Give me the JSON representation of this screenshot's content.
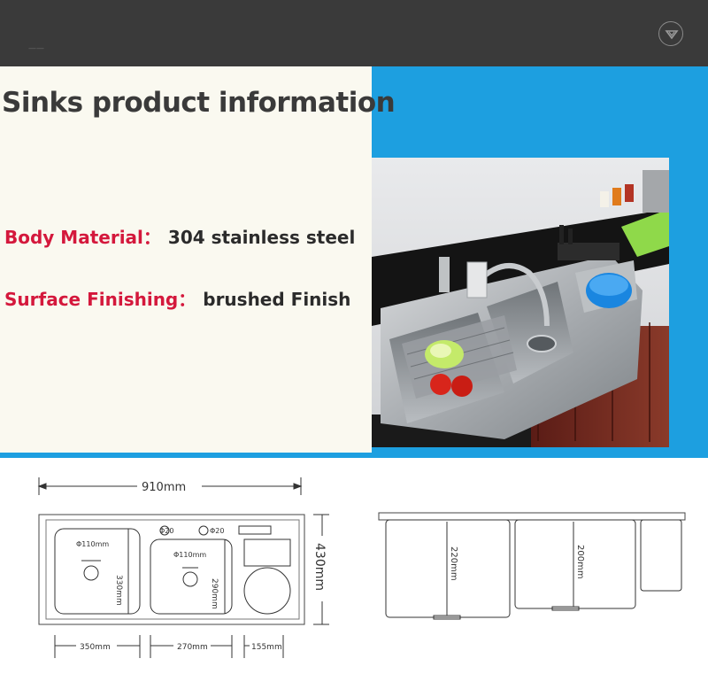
{
  "header": {
    "mark": "——",
    "menu_icon": "chevron-down-icon"
  },
  "info": {
    "title": "Sinks product information",
    "specs": [
      {
        "label": "Body Material：",
        "value": "304 stainless steel"
      },
      {
        "label": "Surface Finishing：",
        "value": "brushed Finish"
      }
    ]
  },
  "colors": {
    "accent_blue": "#1d9fe0",
    "label_red": "#d4183c",
    "topbar": "#3a3a3a"
  },
  "drawing": {
    "overall_width": "910mm",
    "overall_depth": "430mm",
    "hole_1": "Φ20",
    "hole_2": "Φ20",
    "left_drain": "Φ110mm",
    "left_depth": "330mm",
    "mid_drain": "Φ110mm",
    "mid_depth": "290mm",
    "left_width": "350mm",
    "mid_width": "270mm",
    "right_width": "155mm",
    "left_height": "220mm",
    "mid_height": "200mm"
  }
}
